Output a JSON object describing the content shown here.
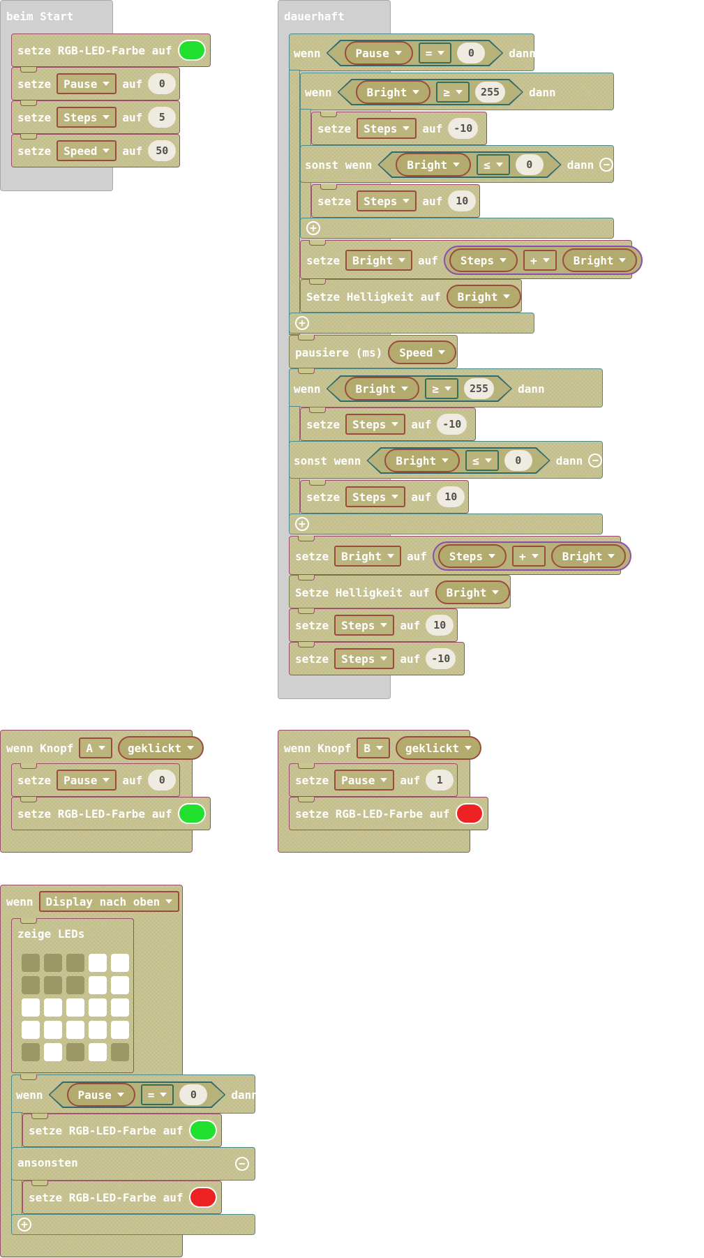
{
  "colors": {
    "block": "#c9c68e",
    "led_green": "#22e030",
    "led_red": "#ee2222",
    "hat": "#d0d0d0"
  },
  "kw": {
    "setze": "setze",
    "auf": "auf",
    "wenn": "wenn",
    "dann": "dann",
    "sonst_wenn": "sonst wenn",
    "ansonsten": "ansonsten",
    "setze_rgb": "setze RGB-LED-Farbe auf",
    "setze_helligkeit": "Setze Helligkeit auf",
    "pausiere": "pausiere (ms)",
    "wenn_knopf": "wenn Knopf",
    "geklickt": "geklickt",
    "zeige_leds": "zeige LEDs"
  },
  "start": {
    "title": "beim Start",
    "rgb_color": "green",
    "vars": [
      {
        "name": "Pause",
        "value": "0"
      },
      {
        "name": "Steps",
        "value": "5"
      },
      {
        "name": "Speed",
        "value": "50"
      }
    ]
  },
  "forever": {
    "title": "dauerhaft",
    "if1": {
      "var": "Pause",
      "op": "=",
      "value": "0"
    },
    "inner_if": {
      "var": "Bright",
      "op": "≥",
      "value": "255",
      "set_var": "Steps",
      "set_value": "-10"
    },
    "inner_elif": {
      "var": "Bright",
      "op": "≤",
      "value": "0",
      "set_var": "Steps",
      "set_value": "10"
    },
    "set_bright": {
      "var": "Bright",
      "left": "Steps",
      "op": "+",
      "right": "Bright"
    },
    "helligkeit_var": "Bright",
    "pause_var": "Speed",
    "if2": {
      "var": "Bright",
      "op": "≥",
      "value": "255",
      "set_var": "Steps",
      "set_value": "-10"
    },
    "elif2": {
      "var": "Bright",
      "op": "≤",
      "value": "0",
      "set_var": "Steps",
      "set_value": "10"
    },
    "set_bright2": {
      "var": "Bright",
      "left": "Steps",
      "op": "+",
      "right": "Bright"
    },
    "helligkeit_var2": "Bright",
    "final_sets": [
      {
        "var": "Steps",
        "value": "10"
      },
      {
        "var": "Steps",
        "value": "-10"
      }
    ]
  },
  "button_a": {
    "button": "A",
    "set_var": "Pause",
    "set_value": "0",
    "rgb_color": "green"
  },
  "button_b": {
    "button": "B",
    "set_var": "Pause",
    "set_value": "1",
    "rgb_color": "red"
  },
  "gesture": {
    "event": "Display nach oben",
    "leds": [
      [
        0,
        0,
        0,
        1,
        1
      ],
      [
        0,
        0,
        0,
        1,
        1
      ],
      [
        1,
        1,
        1,
        1,
        1
      ],
      [
        1,
        1,
        1,
        1,
        1
      ],
      [
        0,
        1,
        0,
        1,
        0
      ]
    ],
    "if": {
      "var": "Pause",
      "op": "=",
      "value": "0"
    },
    "then_color": "green",
    "else_color": "red"
  }
}
